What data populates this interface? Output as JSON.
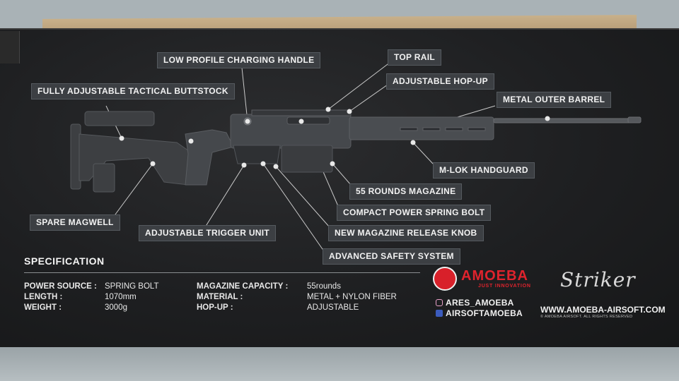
{
  "callouts": {
    "charging_handle": "LOW PROFILE CHARGING HANDLE",
    "top_rail": "TOP RAIL",
    "hop_up": "ADJUSTABLE HOP-UP",
    "buttstock": "FULLY ADJUSTABLE TACTICAL BUTTSTOCK",
    "outer_barrel": "METAL OUTER BARREL",
    "handguard": "M-LOK HANDGUARD",
    "magazine": "55 ROUNDS MAGAZINE",
    "spring_bolt": "COMPACT POWER SPRING BOLT",
    "spare_magwell": "SPARE MAGWELL",
    "trigger": "ADJUSTABLE TRIGGER UNIT",
    "mag_release": "NEW MAGAZINE RELEASE KNOB",
    "safety": "ADVANCED SAFETY SYSTEM"
  },
  "specification": {
    "title": "SPECIFICATION",
    "left_keys": [
      "POWER SOURCE :",
      "LENGTH :",
      "WEIGHT :"
    ],
    "left_values": [
      "SPRING BOLT",
      "1070mm",
      "3000g"
    ],
    "right_keys": [
      "MAGAZINE CAPACITY :",
      "MATERIAL :",
      "HOP-UP :"
    ],
    "right_values": [
      "55rounds",
      "METAL + NYLON FIBER",
      "ADJUSTABLE"
    ]
  },
  "brand": {
    "name": "AMOEBA",
    "tagline": "JUST INNOVATION",
    "product": "Striker",
    "instagram": "ARES_AMOEBA",
    "facebook": "AIRSOFTAMOEBA",
    "website": "WWW.AMOEBA-AIRSOFT.COM",
    "rights": "© AMOEBA AIRSOFT. ALL RIGHTS RESERVED",
    "accent_color": "#e0232d"
  }
}
